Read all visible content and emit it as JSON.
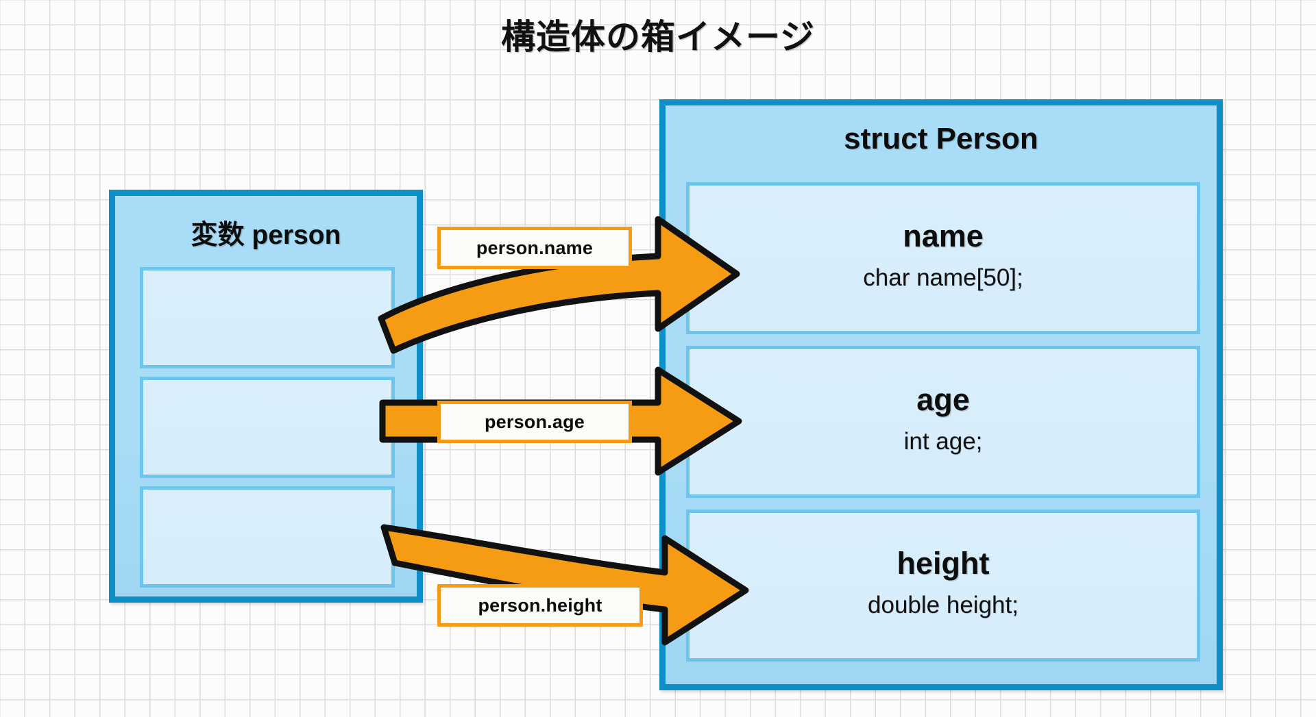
{
  "page": {
    "title": "構造体の箱イメージ",
    "background": "#fcfcfc",
    "grid_color": "#dcdcdc"
  },
  "colors": {
    "box_border": "#0f8fc7",
    "box_fill": "#a9dcf7",
    "cell_border": "#6ec5ec",
    "cell_fill": "#daeefb",
    "arrow_fill": "#f59b14",
    "arrow_stroke": "#111111",
    "label_border": "#f59b14",
    "label_fill": "#fbfbf7"
  },
  "variable_box": {
    "heading": "変数 person",
    "slots": [
      {
        "label": ""
      },
      {
        "label": ""
      },
      {
        "label": ""
      }
    ]
  },
  "struct_box": {
    "heading": "struct Person",
    "fields": [
      {
        "name": "name",
        "declaration": "char name[50];"
      },
      {
        "name": "age",
        "declaration": "int age;"
      },
      {
        "name": "height",
        "declaration": "double height;"
      }
    ]
  },
  "arrows": [
    {
      "label": "person.name",
      "shape": "curve-up",
      "icon": "arrow-right-icon"
    },
    {
      "label": "person.age",
      "shape": "straight",
      "icon": "arrow-right-icon"
    },
    {
      "label": "person.height",
      "shape": "curve-down",
      "icon": "arrow-right-icon"
    }
  ]
}
